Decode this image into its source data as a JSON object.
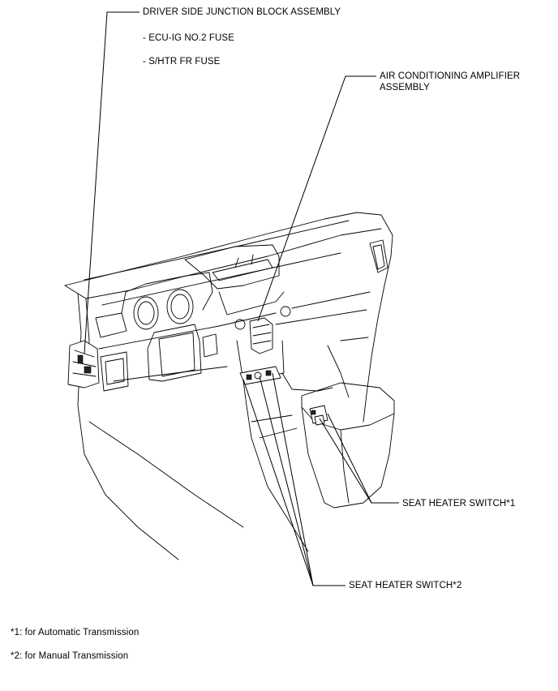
{
  "labels": {
    "driver_junction_block": "DRIVER SIDE JUNCTION BLOCK ASSEMBLY",
    "fuse_ecu_ig": "- ECU-IG NO.2 FUSE",
    "fuse_shtr": "- S/HTR FR FUSE",
    "ac_amplifier_line1": "AIR CONDITIONING AMPLIFIER",
    "ac_amplifier_line2": "ASSEMBLY",
    "seat_heater_switch_1": "SEAT HEATER SWITCH*1",
    "seat_heater_switch_2": "SEAT HEATER SWITCH*2"
  },
  "footnotes": {
    "note1": "*1: for Automatic Transmission",
    "note2": "*2: for Manual Transmission"
  }
}
